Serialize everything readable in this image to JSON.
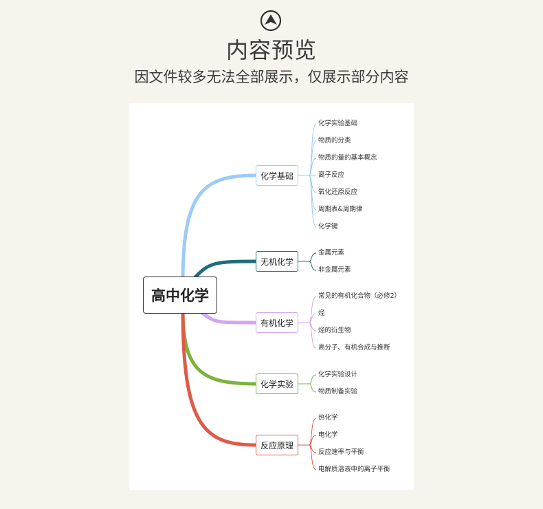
{
  "header": {
    "title": "内容预览",
    "subtitle": "因文件较多无法全部展示，仅展示部分内容"
  },
  "mindmap": {
    "root": "高中化学",
    "branches": [
      {
        "label": "化学基础",
        "color": "#9ccbf5",
        "leaves": [
          "化学实验基础",
          "物质的分类",
          "物质的量的基本概念",
          "离子反应",
          "氧化还原反应",
          "周期表&周期律",
          "化学键"
        ]
      },
      {
        "label": "无机化学",
        "color": "#1f6e7e",
        "leaves": [
          "金属元素",
          "非金属元素"
        ]
      },
      {
        "label": "有机化学",
        "color": "#d3a6ef",
        "leaves": [
          "常见的有机化合物（必修2）",
          "烃",
          "烃的衍生物",
          "高分子、有机合成与推断"
        ]
      },
      {
        "label": "化学实验",
        "color": "#7ab43c",
        "leaves": [
          "化学实验设计",
          "物质制备实验"
        ]
      },
      {
        "label": "反应原理",
        "color": "#e05a48",
        "leaves": [
          "热化学",
          "电化学",
          "反应速率与平衡",
          "电解质溶液中的离子平衡"
        ]
      }
    ]
  }
}
